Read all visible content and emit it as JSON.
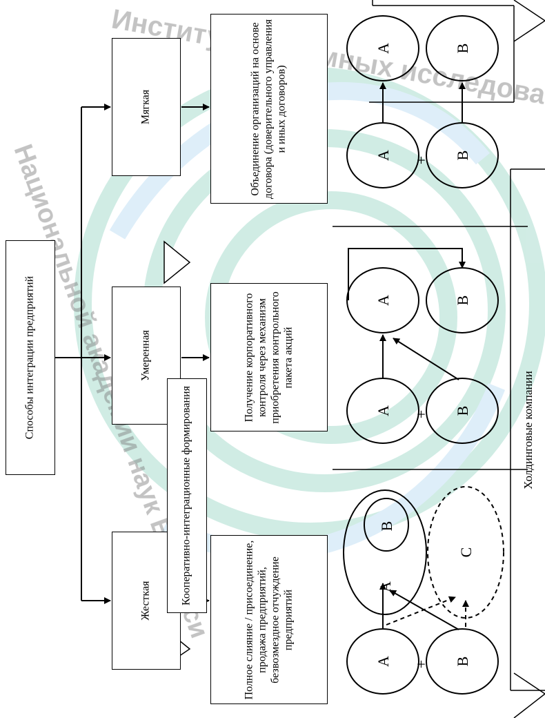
{
  "watermark": {
    "text_top": "Институт системных исследований",
    "text_left": "Национальной академии наук Беларуси",
    "color": "#2eaa8a",
    "blue": "#6fb6e8"
  },
  "root": {
    "label": "Способы интеграции предприятий"
  },
  "methods": [
    {
      "name": "Жесткая",
      "description": "Полное слияние / присоединение, продажа предприятий, безвозмездное отчуждение предприятий"
    },
    {
      "name": "Умеренная",
      "description": "Получение корпоративного контроля через механизм приобретения контрольного пакета акций"
    },
    {
      "name": "Мягкая",
      "description": "Объединение организаций на основе договора (доверительного управления и иных договоров)"
    }
  ],
  "banners": {
    "cooperative": "Кооперативно-интеграционные формирования",
    "holding": "Холдинговые компании"
  },
  "circle_labels": {
    "a": "А",
    "b": "В",
    "c": "С",
    "plus": "+"
  }
}
